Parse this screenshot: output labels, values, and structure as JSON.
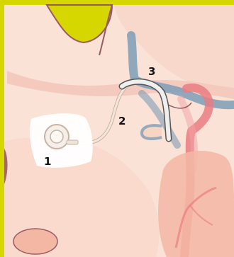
{
  "callouts": [
    {
      "text": "1",
      "part": "port"
    },
    {
      "text": "2",
      "part": "catheter"
    },
    {
      "text": "3",
      "part": "vein-entry"
    }
  ],
  "colors": {
    "frame": "#d6d600",
    "skin": "#fbe2d6",
    "skin_shadow": "#f6cdbd",
    "neck": "#f7d2c2",
    "vein": "#7d9db6",
    "artery": "#e97c82",
    "heart": "#f3b7a4",
    "port_patch": "#ffffff",
    "catheter": "#f4e6da"
  }
}
